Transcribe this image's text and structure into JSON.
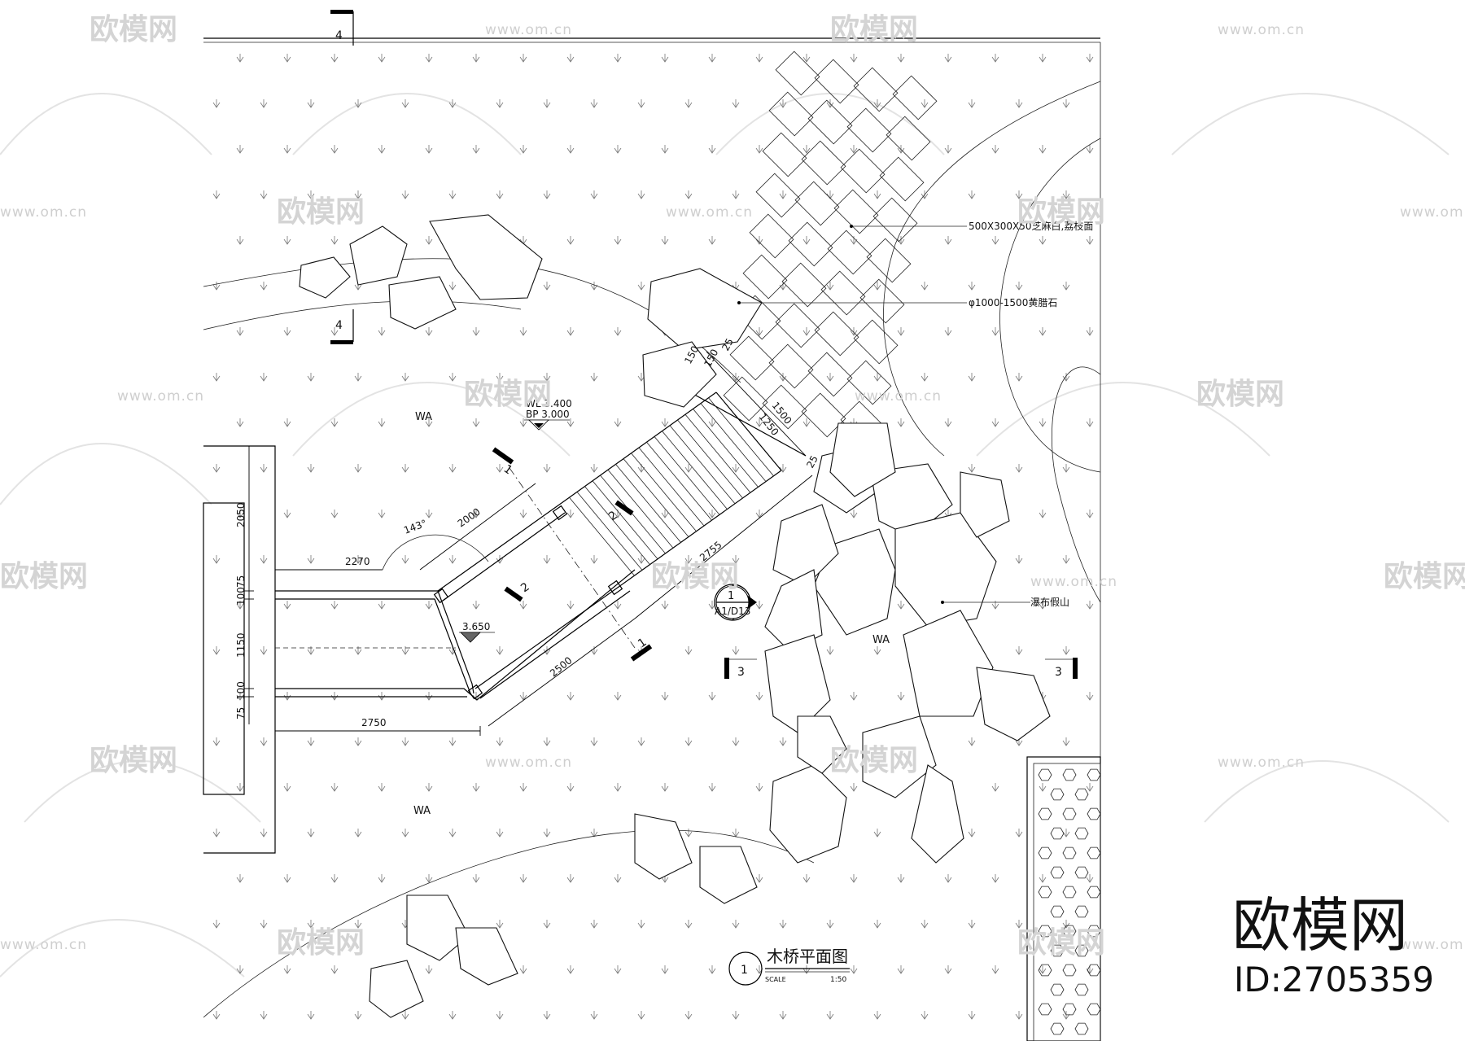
{
  "drawing": {
    "title": "木桥平面图",
    "number": "1",
    "scale_label": "SCALE",
    "scale_value": "1:50",
    "zone_label": "WA"
  },
  "section_marks": {
    "four": "4",
    "one": "1",
    "two": "2",
    "three": "3"
  },
  "detail_callout": {
    "top": "1",
    "bottom": "A1/D13"
  },
  "levels": {
    "water": "WL 3.400",
    "bottom": "BP 3.000",
    "deck": "3.650"
  },
  "dimensions": {
    "d2050": "2050",
    "d75": "75",
    "d100": "100",
    "d1150": "1150",
    "d2270": "2270",
    "d2750": "2750",
    "d2000": "2000",
    "d2755": "2755",
    "d2500": "2500",
    "d150": "150",
    "d25": "25",
    "d1500": "1500",
    "d1250": "1250",
    "angle": "143°"
  },
  "annotations": {
    "paving": "500X300X50芝麻白,荔枝面",
    "stone": "φ1000-1500黄腊石",
    "rockery": "瀑布假山"
  },
  "watermark": {
    "brand": "欧模网",
    "url": "www.om.cn",
    "id": "ID:2705359"
  }
}
